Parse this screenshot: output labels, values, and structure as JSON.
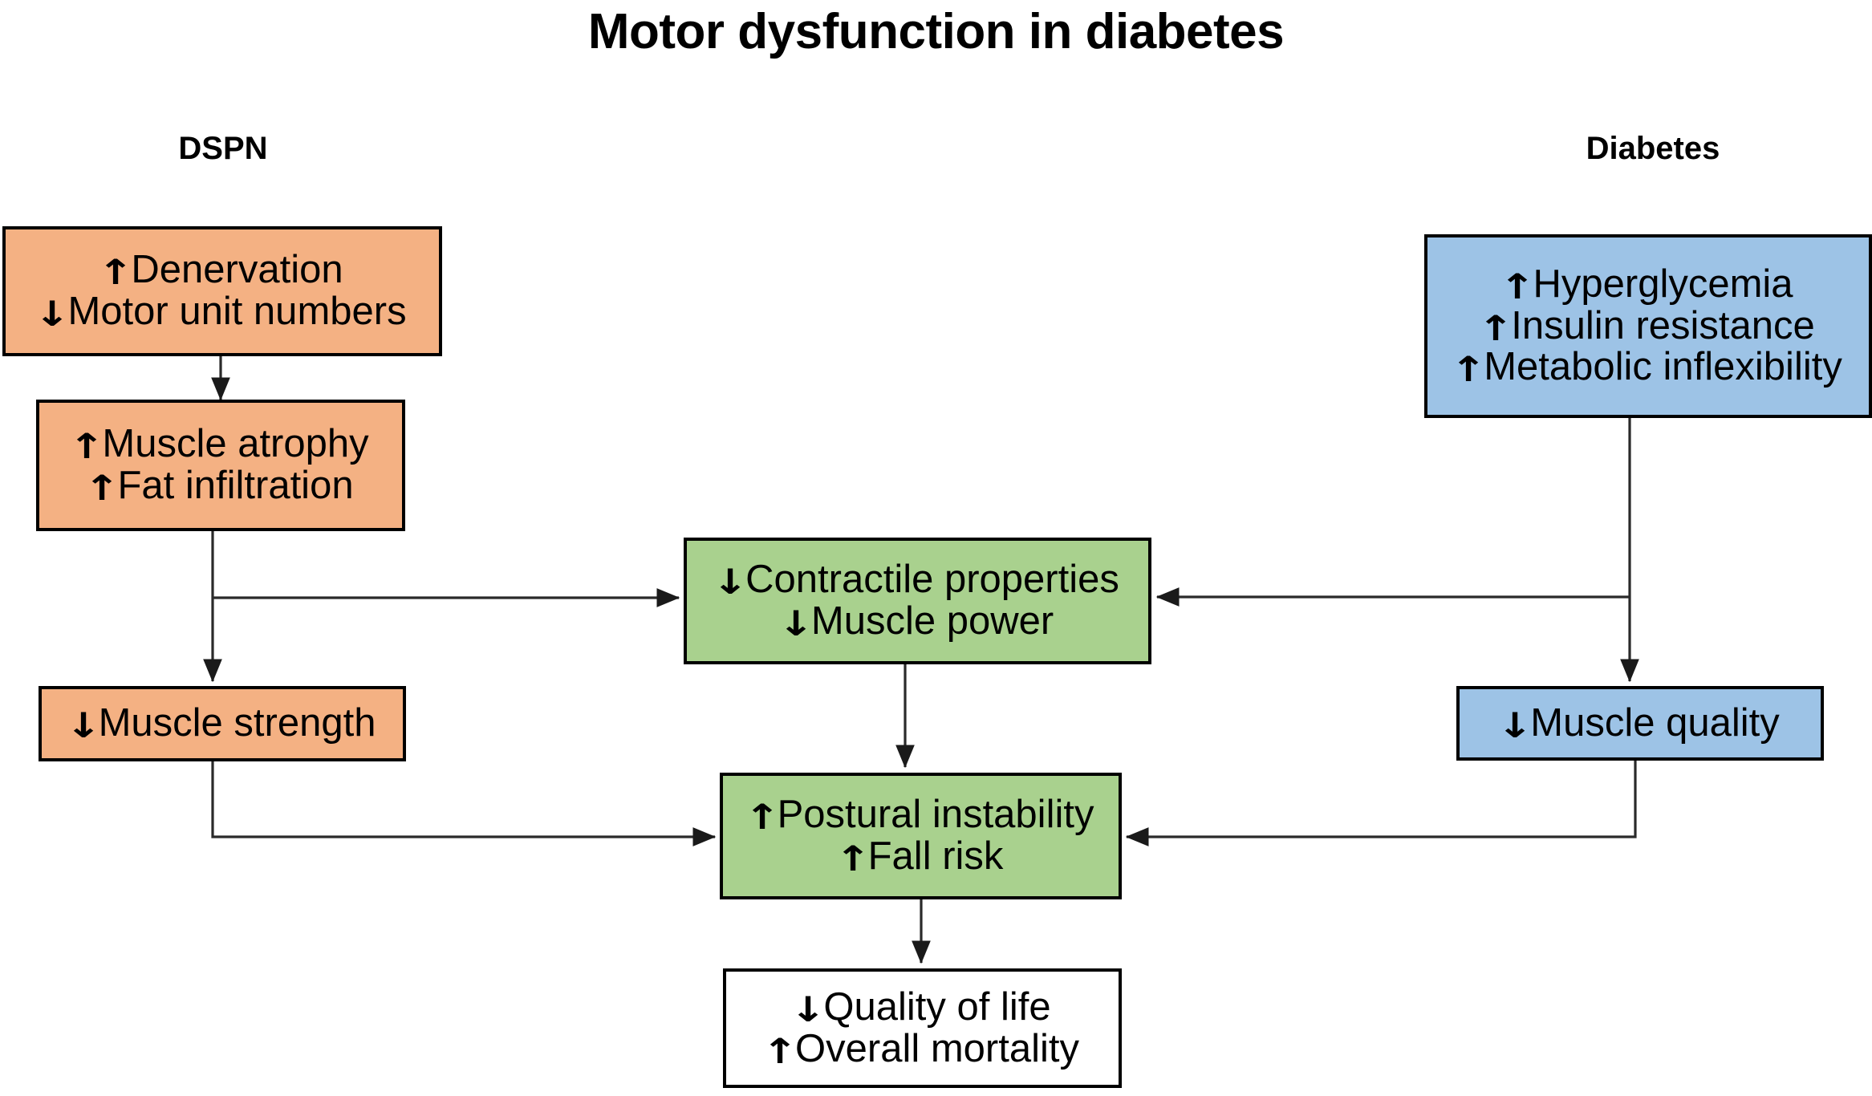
{
  "title": "Motor dysfunction in diabetes",
  "colors": {
    "orange": "#F4B183",
    "green": "#A9D18E",
    "blue": "#9DC3E6",
    "white": "#FFFFFF",
    "stroke": "#000000"
  },
  "group_labels": {
    "left": "DSPN",
    "right": "Diabetes"
  },
  "arrows": {
    "up": "↑",
    "down": "↓"
  },
  "nodes": {
    "denervation": {
      "line1_arrow": "↑",
      "line1_text": "Denervation",
      "line2_arrow": "↓",
      "line2_text": "Motor unit numbers"
    },
    "atrophy": {
      "line1_arrow": "↑",
      "line1_text": "Muscle atrophy",
      "line2_arrow": "↑",
      "line2_text": "Fat infiltration"
    },
    "strength": {
      "line1_arrow": "↓",
      "line1_text": "Muscle strength"
    },
    "hyperglycemia": {
      "line1_arrow": "↑",
      "line1_text": "Hyperglycemia",
      "line2_arrow": "↑",
      "line2_text": "Insulin resistance",
      "line3_arrow": "↑",
      "line3_text": "Metabolic inflexibility"
    },
    "muscle_quality": {
      "line1_arrow": "↓",
      "line1_text": "Muscle quality"
    },
    "contractile": {
      "line1_arrow": "↓",
      "line1_text": "Contractile properties",
      "line2_arrow": "↓",
      "line2_text": "Muscle power"
    },
    "postural": {
      "line1_arrow": "↑",
      "line1_text": "Postural instability",
      "line2_arrow": "↑",
      "line2_text": "Fall risk"
    },
    "outcomes": {
      "line1_arrow": "↓",
      "line1_text": "Quality of life",
      "line2_arrow": "↑",
      "line2_text": "Overall mortality"
    }
  },
  "chart_data": {
    "type": "diagram",
    "title": "Motor dysfunction in diabetes",
    "groups": [
      "DSPN",
      "Diabetes"
    ],
    "nodes": [
      {
        "id": "denervation",
        "group": "DSPN",
        "color": "#F4B183",
        "lines": [
          "↑Denervation",
          "↓Motor unit numbers"
        ]
      },
      {
        "id": "atrophy",
        "group": "DSPN",
        "color": "#F4B183",
        "lines": [
          "↑Muscle atrophy",
          "↑Fat infiltration"
        ]
      },
      {
        "id": "strength",
        "group": "DSPN",
        "color": "#F4B183",
        "lines": [
          "↓Muscle strength"
        ]
      },
      {
        "id": "hyperglycemia",
        "group": "Diabetes",
        "color": "#9DC3E6",
        "lines": [
          "↑Hyperglycemia",
          "↑Insulin resistance",
          "↑Metabolic inflexibility"
        ]
      },
      {
        "id": "muscle_quality",
        "group": "Diabetes",
        "color": "#9DC3E6",
        "lines": [
          "↓Muscle quality"
        ]
      },
      {
        "id": "contractile",
        "group": "shared",
        "color": "#A9D18E",
        "lines": [
          "↓Contractile properties",
          "↓Muscle power"
        ]
      },
      {
        "id": "postural",
        "group": "shared",
        "color": "#A9D18E",
        "lines": [
          "↑Postural instability",
          "↑Fall risk"
        ]
      },
      {
        "id": "outcomes",
        "group": "shared",
        "color": "#FFFFFF",
        "lines": [
          "↓Quality of life",
          "↑Overall mortality"
        ]
      }
    ],
    "edges": [
      {
        "from": "denervation",
        "to": "atrophy"
      },
      {
        "from": "atrophy",
        "to": "strength"
      },
      {
        "from": "atrophy",
        "to": "contractile"
      },
      {
        "from": "strength",
        "to": "postural"
      },
      {
        "from": "hyperglycemia",
        "to": "contractile"
      },
      {
        "from": "hyperglycemia",
        "to": "muscle_quality"
      },
      {
        "from": "muscle_quality",
        "to": "postural"
      },
      {
        "from": "contractile",
        "to": "postural"
      },
      {
        "from": "postural",
        "to": "outcomes"
      }
    ]
  }
}
